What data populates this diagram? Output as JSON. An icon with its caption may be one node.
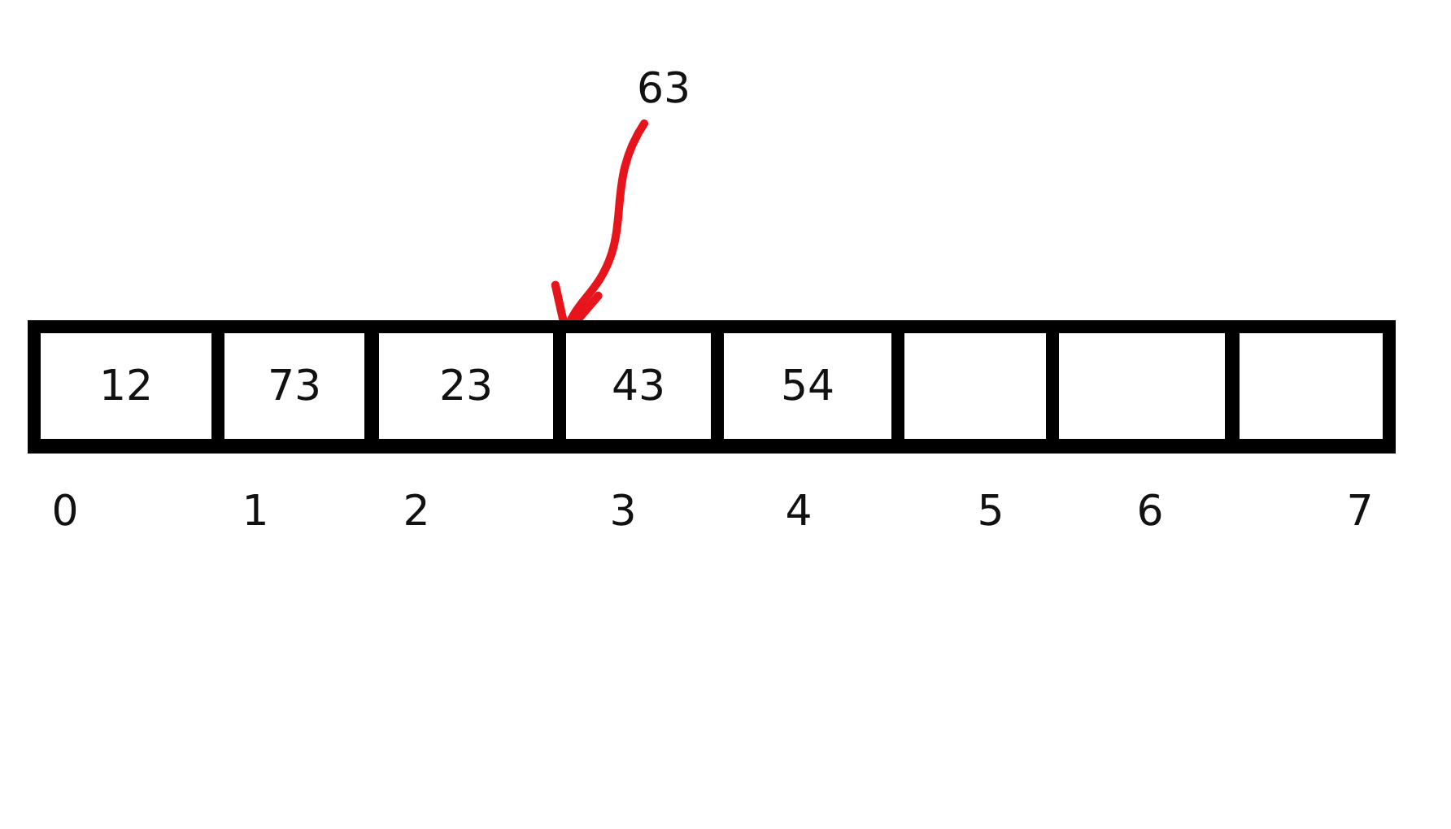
{
  "diagram": {
    "nodes": [
      {
        "text": [
          "63"
        ]
      },
      {
        "text": [
          "12"
        ]
      },
      {
        "text": [
          "73"
        ]
      },
      {
        "text": [
          "23"
        ]
      },
      {
        "text": [
          "43"
        ]
      },
      {
        "text": [
          "54"
        ]
      },
      {
        "text": [],
        "shape": "box"
      },
      {
        "text": [],
        "shape": "box"
      },
      {
        "text": [],
        "shape": "box"
      }
    ],
    "edges": [
      {
        "from": 0,
        "to": 4,
        "arrow": "to",
        "color": "#e8141c"
      }
    ],
    "labels": [
      "0",
      "1",
      "2",
      "3",
      "4",
      "5",
      "6",
      "7"
    ]
  }
}
